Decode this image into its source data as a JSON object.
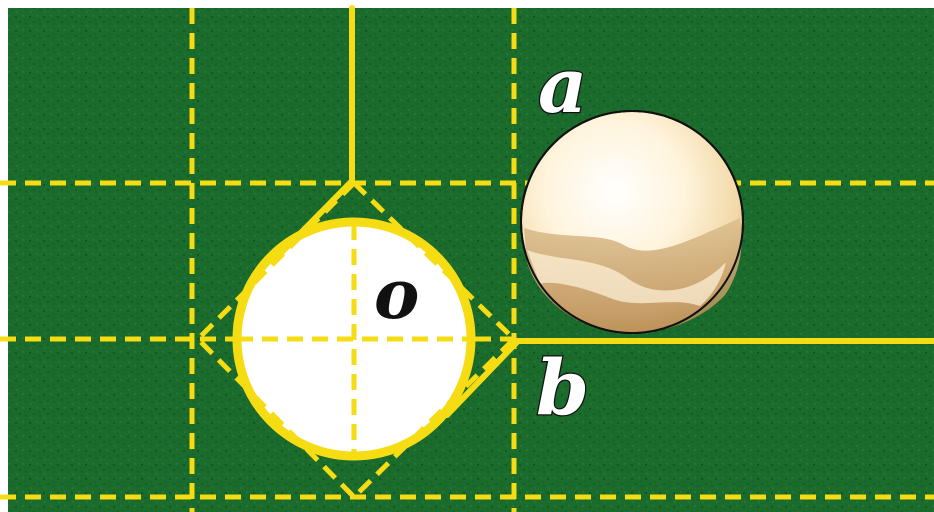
{
  "labels": {
    "a": "a",
    "b": "b",
    "o": "o"
  },
  "colors": {
    "felt": "#1a6b2c",
    "felt_speckle": "#0b4a1a",
    "grid_line": "#f6dc12",
    "ball_white": "#ffffff",
    "ball_cream_light": "#fff8e8",
    "ball_cream_dark": "#c9a26b",
    "outline": "#111111"
  }
}
